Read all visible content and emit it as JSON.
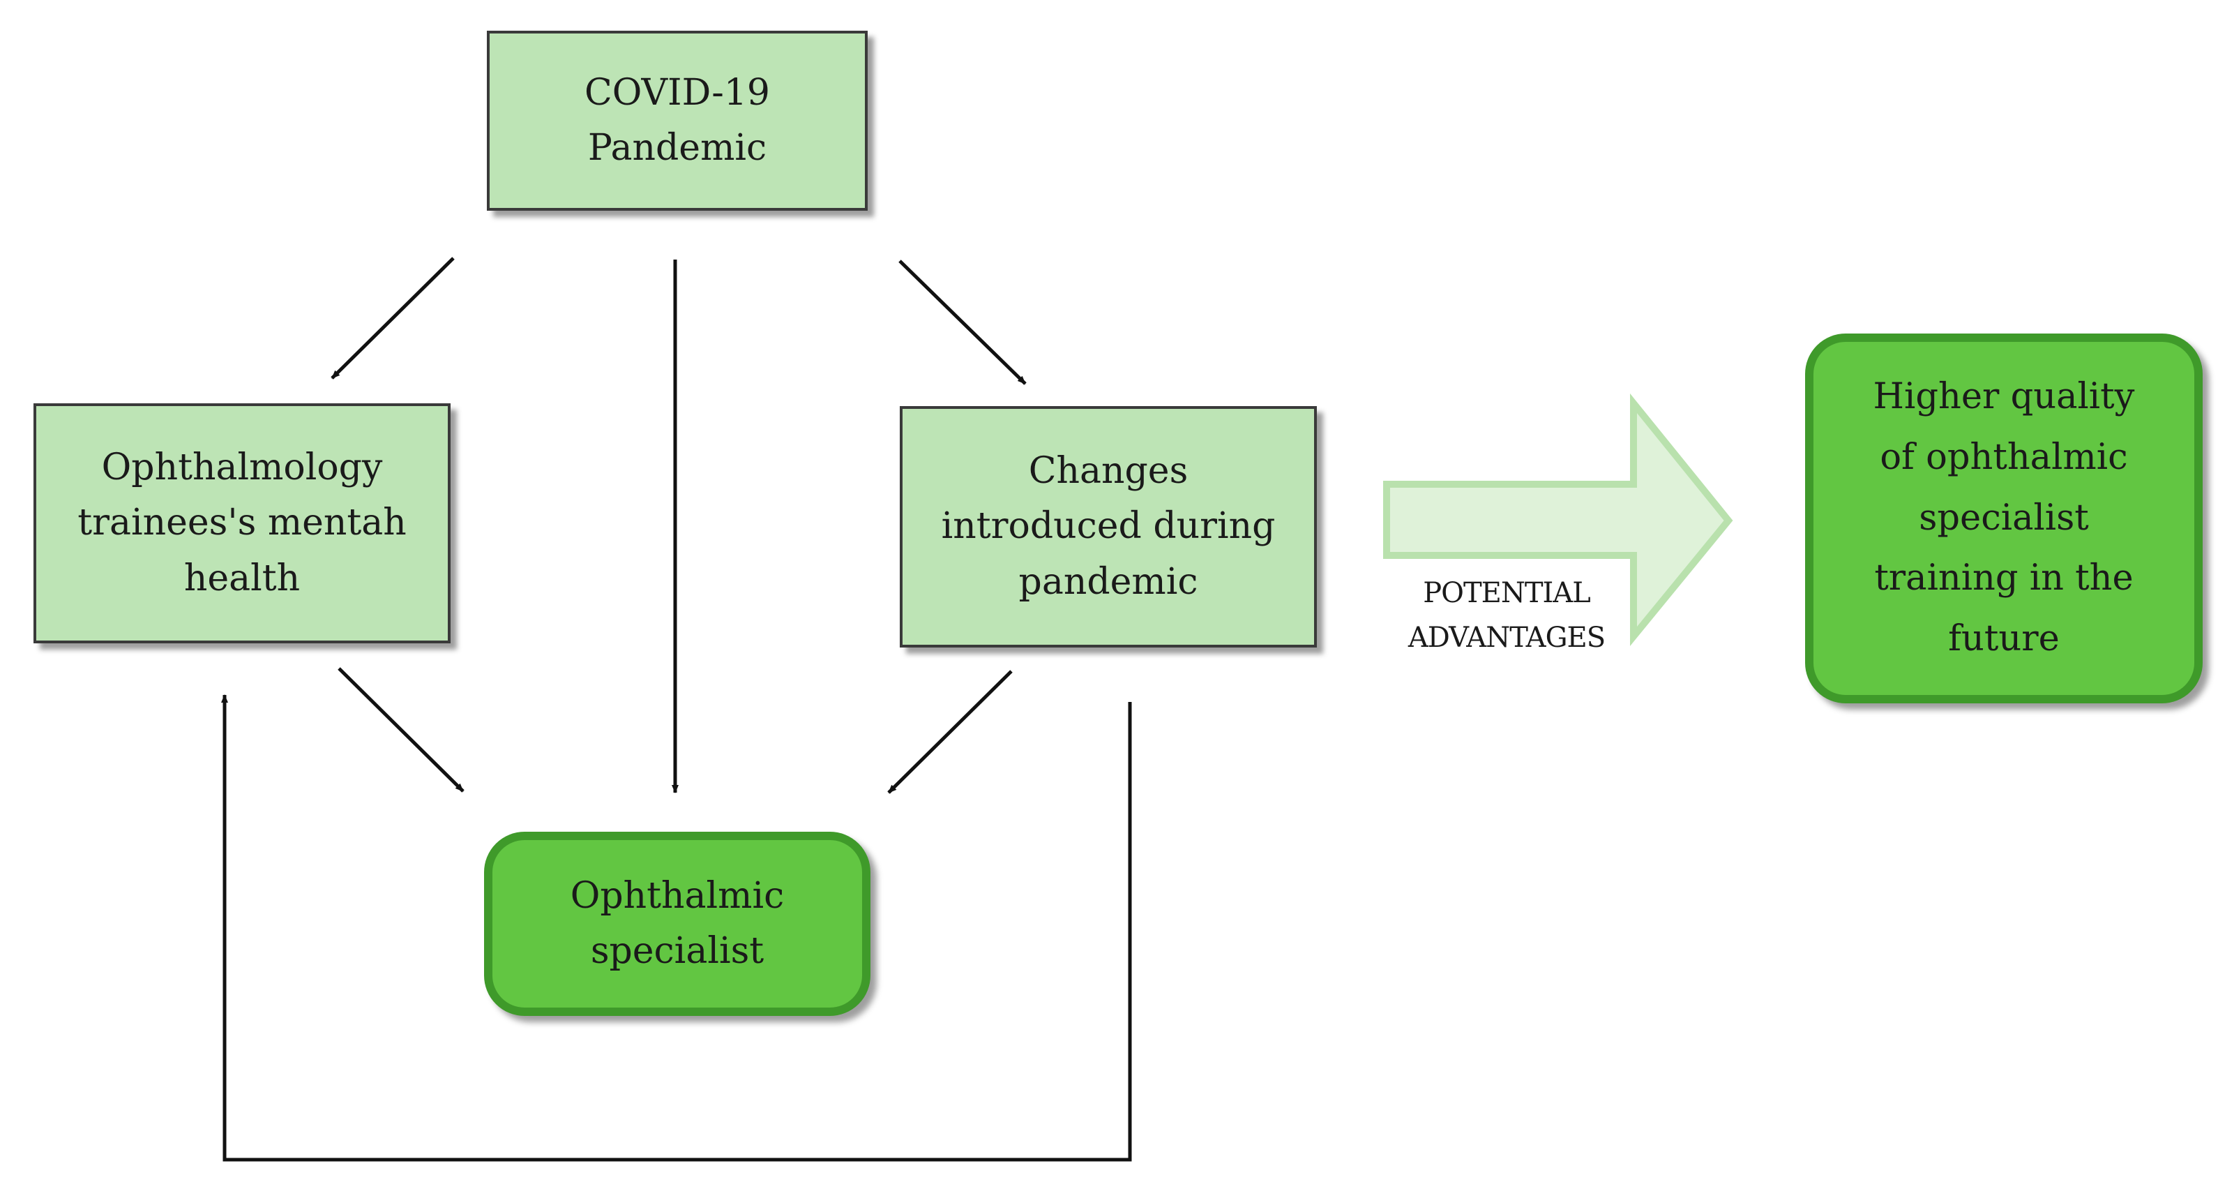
{
  "diagram": {
    "nodes": {
      "covid": "COVID-19\nPandemic",
      "mental_health": "Ophthalmology\ntrainees's mentah\nhealth",
      "changes": "Changes\nintroduced during\npandemic",
      "specialist": "Ophthalmic\nspecialist",
      "quality": "Higher quality\nof ophthalmic\nspecialist\ntraining in the\nfuture"
    },
    "big_arrow_label": "POTENTIAL\nADVANTAGES",
    "colors": {
      "light_box_fill": "#bde4b5",
      "strong_box_fill": "#62c642",
      "strong_box_border": "#3f9a2a",
      "big_arrow_fill": "#dff2d9",
      "big_arrow_stroke": "#b9e1ad",
      "arrow_color": "#111111"
    }
  }
}
